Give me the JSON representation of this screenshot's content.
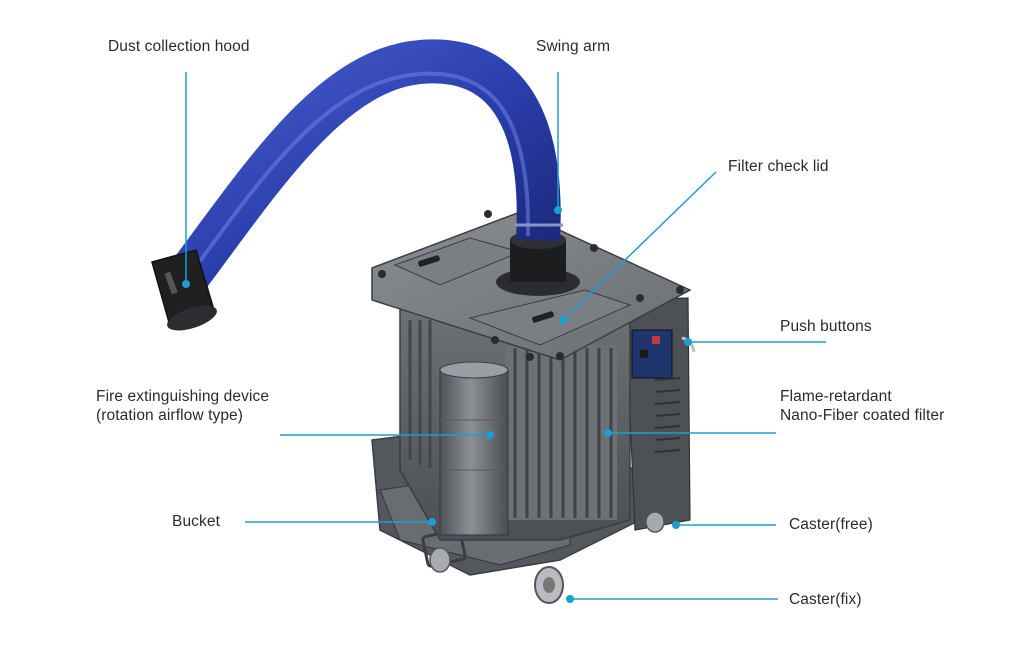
{
  "diagram": {
    "colors": {
      "leader_line": "#1b9fd1",
      "leader_dot": "#1b9fd1",
      "duct_blue": "#2b3fae",
      "body_gray": "#5d6166",
      "label_text": "#2b2b2b"
    },
    "labels": {
      "dust_collection_hood": "Dust collection hood",
      "swing_arm": "Swing arm",
      "filter_check_lid": "Filter check lid",
      "push_buttons": "Push buttons",
      "fire_extinguishing_line1": "Fire extinguishing device",
      "fire_extinguishing_line2": "(rotation airflow type)",
      "flame_retardant_line1": "Flame-retardant",
      "flame_retardant_line2": "Nano-Fiber coated filter",
      "bucket": "Bucket",
      "caster_free": "Caster(free)",
      "caster_fix": "Caster(fix)"
    }
  }
}
